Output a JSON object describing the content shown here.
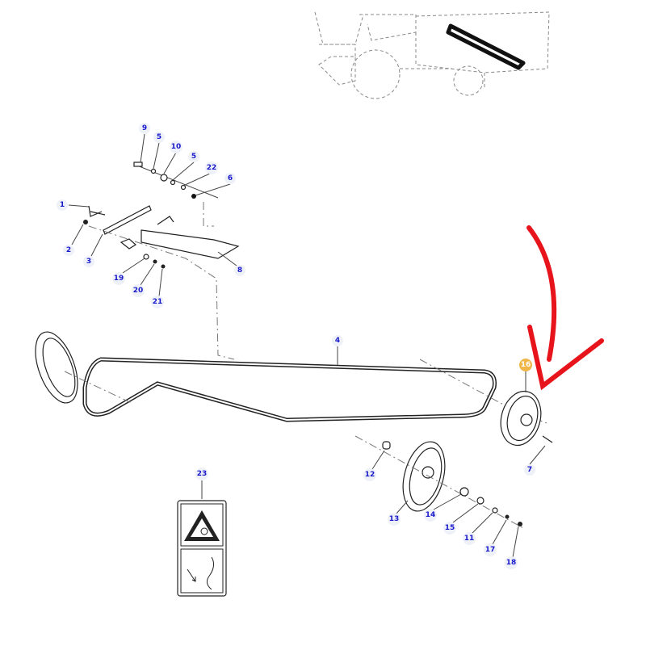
{
  "diagram": {
    "callouts": {
      "c9": "9",
      "c5a": "5",
      "c10": "10",
      "c5b": "5",
      "c22": "22",
      "c6": "6",
      "c1": "1",
      "c2": "2",
      "c3": "3",
      "c8": "8",
      "c19": "19",
      "c20": "20",
      "c21": "21",
      "c4": "4",
      "c16": "16",
      "c7": "7",
      "c12": "12",
      "c13": "13",
      "c14": "14",
      "c15": "15",
      "c11": "11",
      "c17": "17",
      "c18": "18",
      "c23": "23"
    },
    "highlighted_part": "16",
    "colors": {
      "callout": "#1a1acc",
      "highlight": "#f0b64a",
      "arrow": "#e8141c"
    }
  }
}
